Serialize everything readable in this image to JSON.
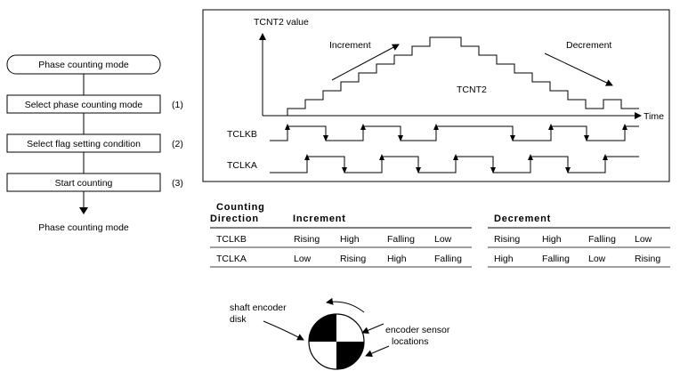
{
  "flowchart": {
    "start": "Phase counting mode",
    "steps": [
      {
        "label": "Select phase counting mode",
        "num": "(1)"
      },
      {
        "label": "Select flag setting condition",
        "num": "(2)"
      },
      {
        "label": "Start counting",
        "num": "(3)"
      }
    ],
    "end": "Phase counting mode"
  },
  "timing": {
    "y_label": "TCNT2 value",
    "x_label": "Time",
    "increment_label": "Increment",
    "decrement_label": "Decrement",
    "curve_label": "TCNT2",
    "signal_b": "TCLKB",
    "signal_a": "TCLKA"
  },
  "table": {
    "header_counting": "Counting",
    "header_direction": "Direction",
    "increment_header": "Increment",
    "decrement_header": "Decrement",
    "rows": [
      {
        "name": "TCLKB",
        "inc": [
          "Rising",
          "High",
          "Falling",
          "Low"
        ],
        "dec": [
          "Rising",
          "High",
          "Falling",
          "Low"
        ]
      },
      {
        "name": "TCLKA",
        "inc": [
          "Low",
          "Rising",
          "High",
          "Falling"
        ],
        "dec": [
          "High",
          "Falling",
          "Low",
          "Rising"
        ]
      }
    ]
  },
  "encoder": {
    "disk_label_line1": "shaft encoder",
    "disk_label_line2": "disk",
    "sensor_label_line1": "encoder sensor",
    "sensor_label_line2": "locations"
  }
}
